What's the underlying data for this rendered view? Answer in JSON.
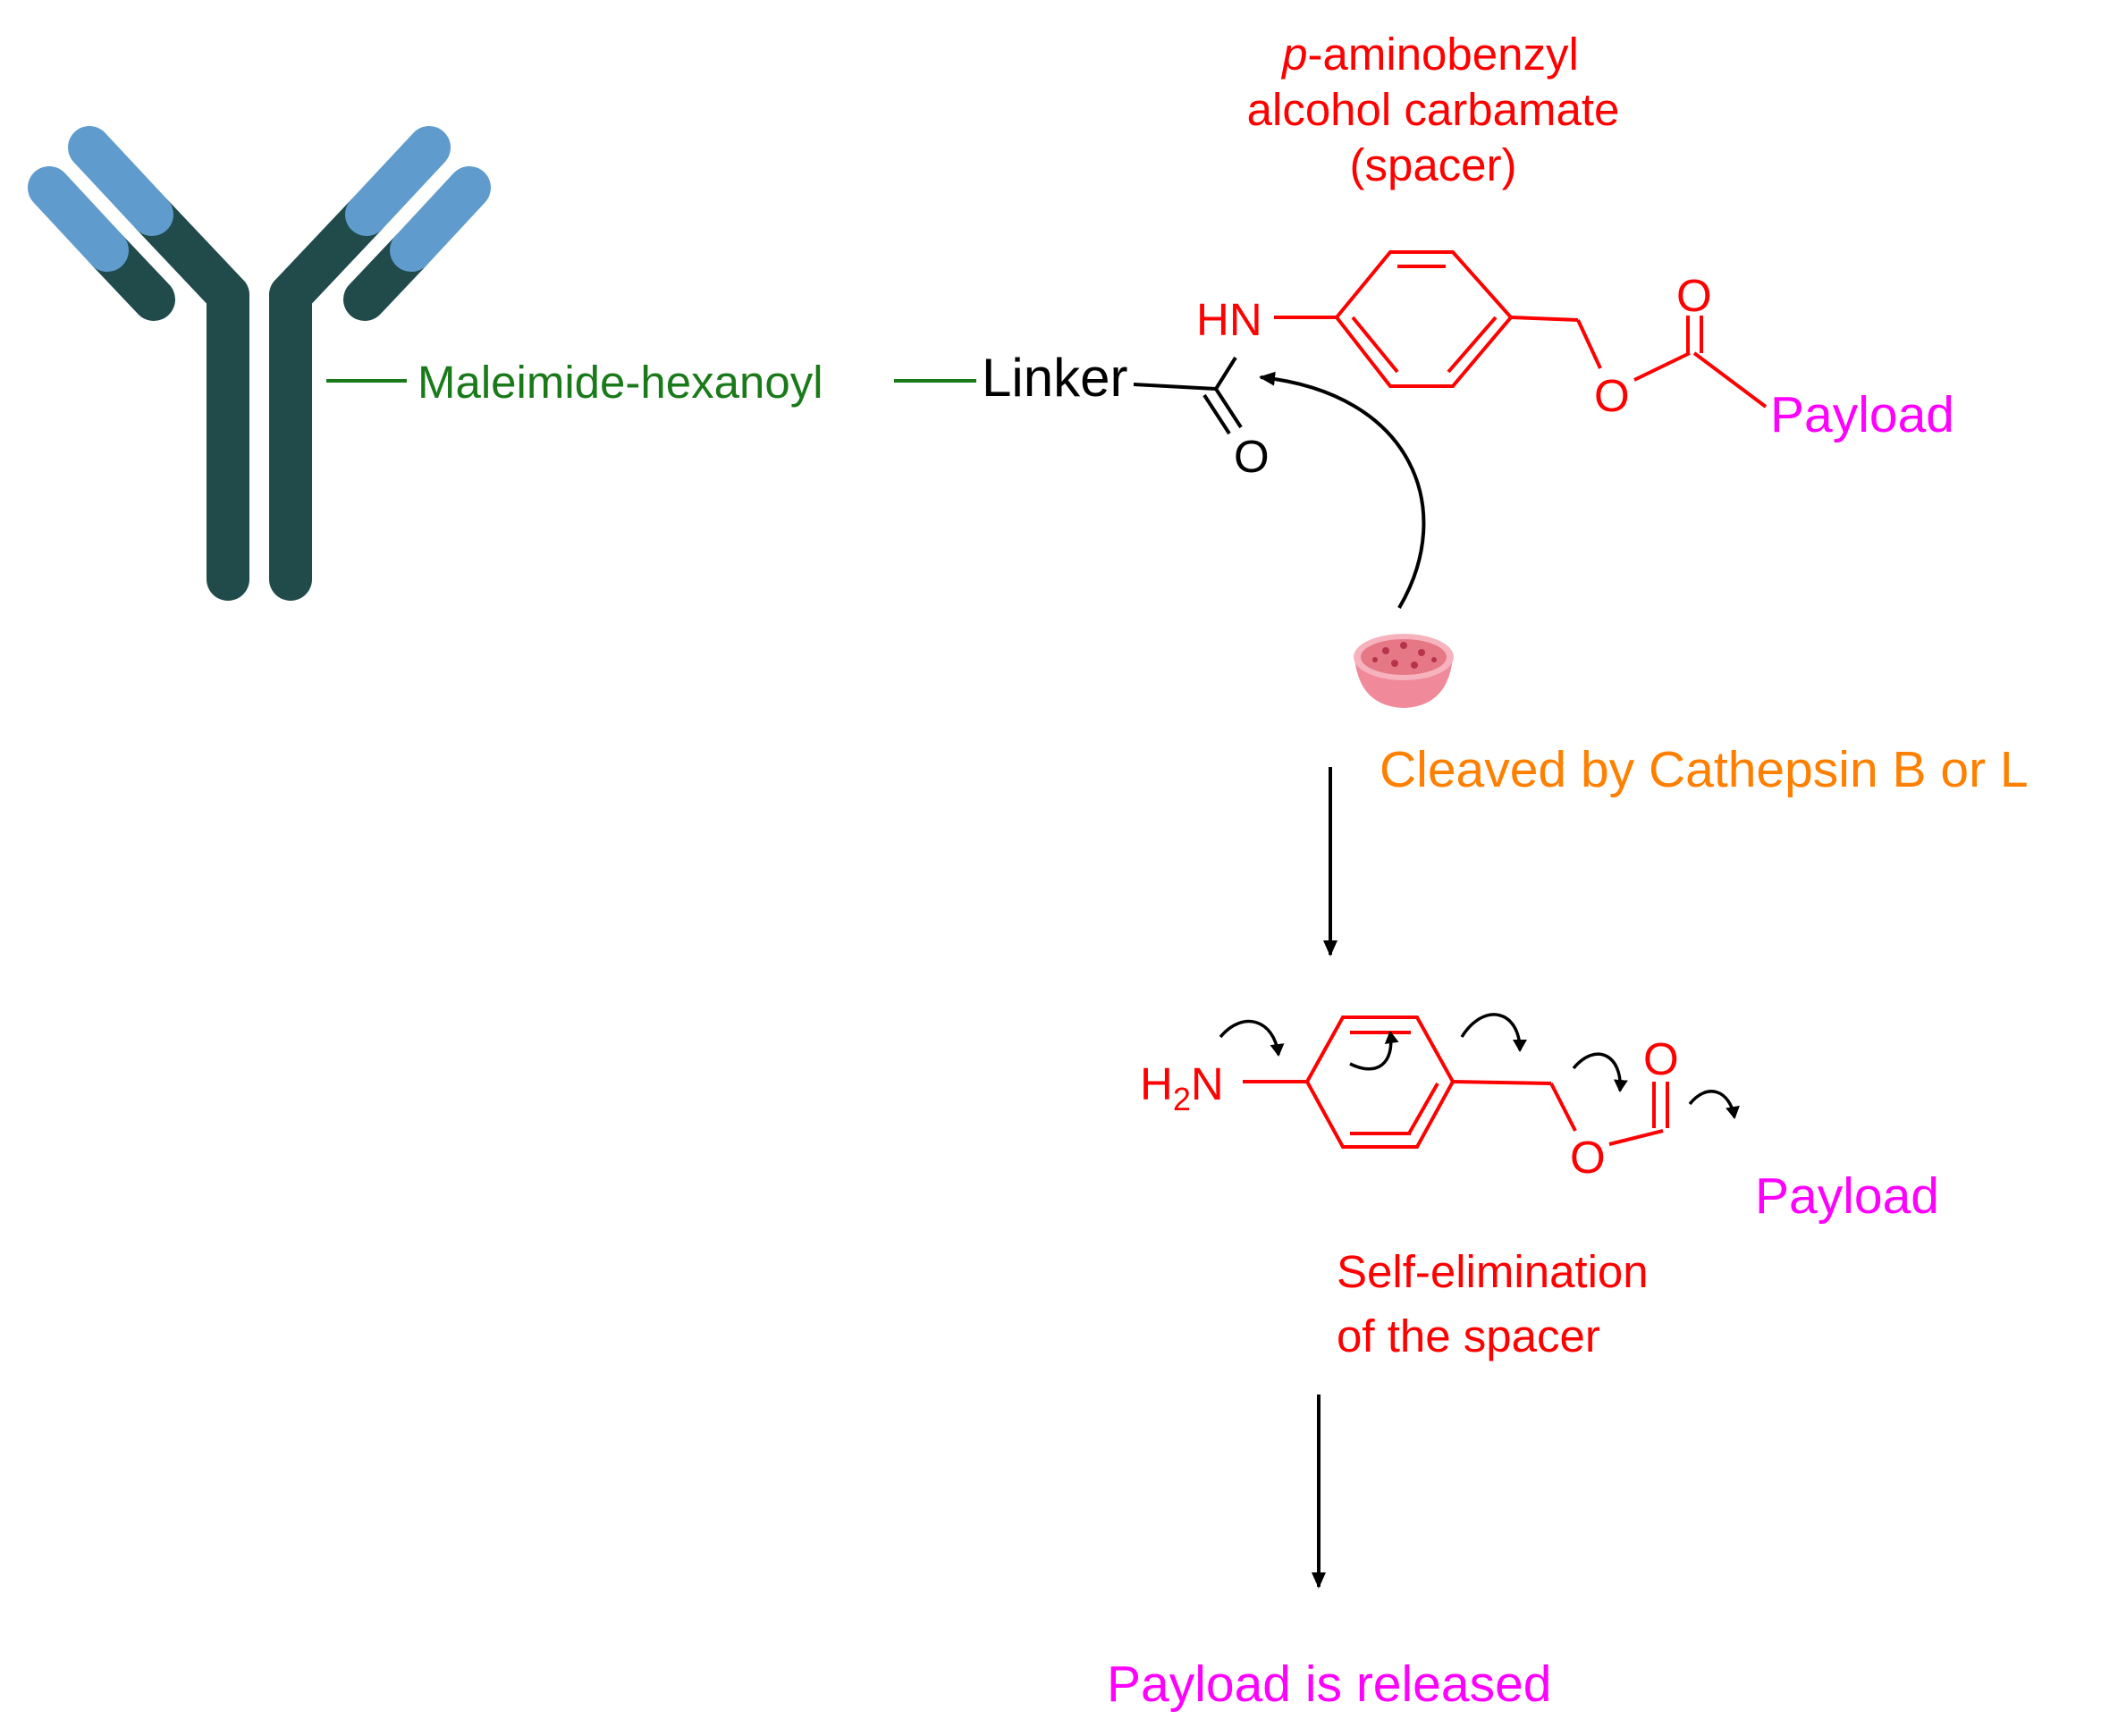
{
  "colors": {
    "antibody_dark": "#214a4a",
    "antibody_light": "#5f9bcc",
    "linker_green": "#1a7a1a",
    "spacer_red": "#ff0000",
    "payload_magenta": "#ff00ff",
    "cleavage_orange": "#ff8000",
    "arrow_black": "#000000",
    "enzyme_pink": "#f08a9a"
  },
  "icons": {
    "antibody": "antibody-icon",
    "enzyme": "cathepsin-enzyme-icon"
  },
  "top": {
    "maleimide_label": "Maleimide-hexanoyl",
    "linker_label": "Linker",
    "spacer_label_italic": "p",
    "spacer_label_line1": "-aminobenzyl",
    "spacer_label_line2": "alcohol carbamate",
    "spacer_label_line3": "(spacer)",
    "atom_hn": "HN",
    "atom_o_carbonyl_linker": "O",
    "atom_o_ester": "O",
    "atom_o_carbonyl": "O",
    "payload_label": "Payload"
  },
  "step1": {
    "cleavage_label": "Cleaved by Cathepsin B or L"
  },
  "step2": {
    "atom_h": "H",
    "atom_sub2": "2",
    "atom_n": "N",
    "atom_o_ester": "O",
    "atom_o_carbonyl": "O",
    "payload_label": "Payload",
    "self_elim_line1": "Self-elimination",
    "self_elim_line2": "of the spacer"
  },
  "result": {
    "released_label": "Payload is released"
  }
}
